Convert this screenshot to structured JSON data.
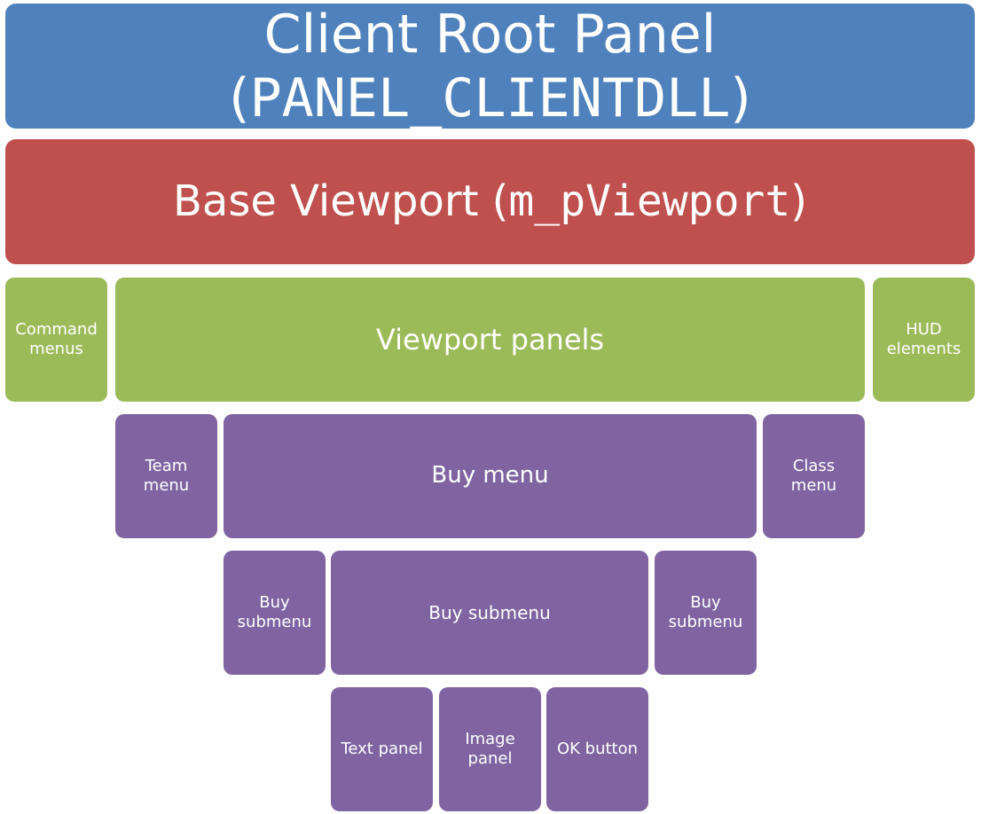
{
  "colors": {
    "root": "#4f81bd",
    "viewport": "#c0504d",
    "tier2": "#9bbb59",
    "menus": "#8064a2",
    "text": "#ffffff"
  },
  "root_panel": {
    "label": "Client Root Panel (",
    "code": "PANEL_CLIENTDLL",
    "close": ")"
  },
  "base_viewport": {
    "label": "Base Viewport (",
    "code": "m_pViewport",
    "close": ")"
  },
  "tier2": {
    "command_menus": "Command\nmenus",
    "viewport_panels": "Viewport panels",
    "hud_elements": "HUD\nelements"
  },
  "tier3": {
    "team_menu": "Team\nmenu",
    "buy_menu": "Buy menu",
    "class_menu": "Class\nmenu"
  },
  "tier4": {
    "buy_submenu_left": "Buy\nsubmenu",
    "buy_submenu_center": "Buy submenu",
    "buy_submenu_right": "Buy\nsubmenu"
  },
  "tier5": {
    "text_panel": "Text panel",
    "image_panel": "Image\npanel",
    "ok_button": "OK button"
  }
}
